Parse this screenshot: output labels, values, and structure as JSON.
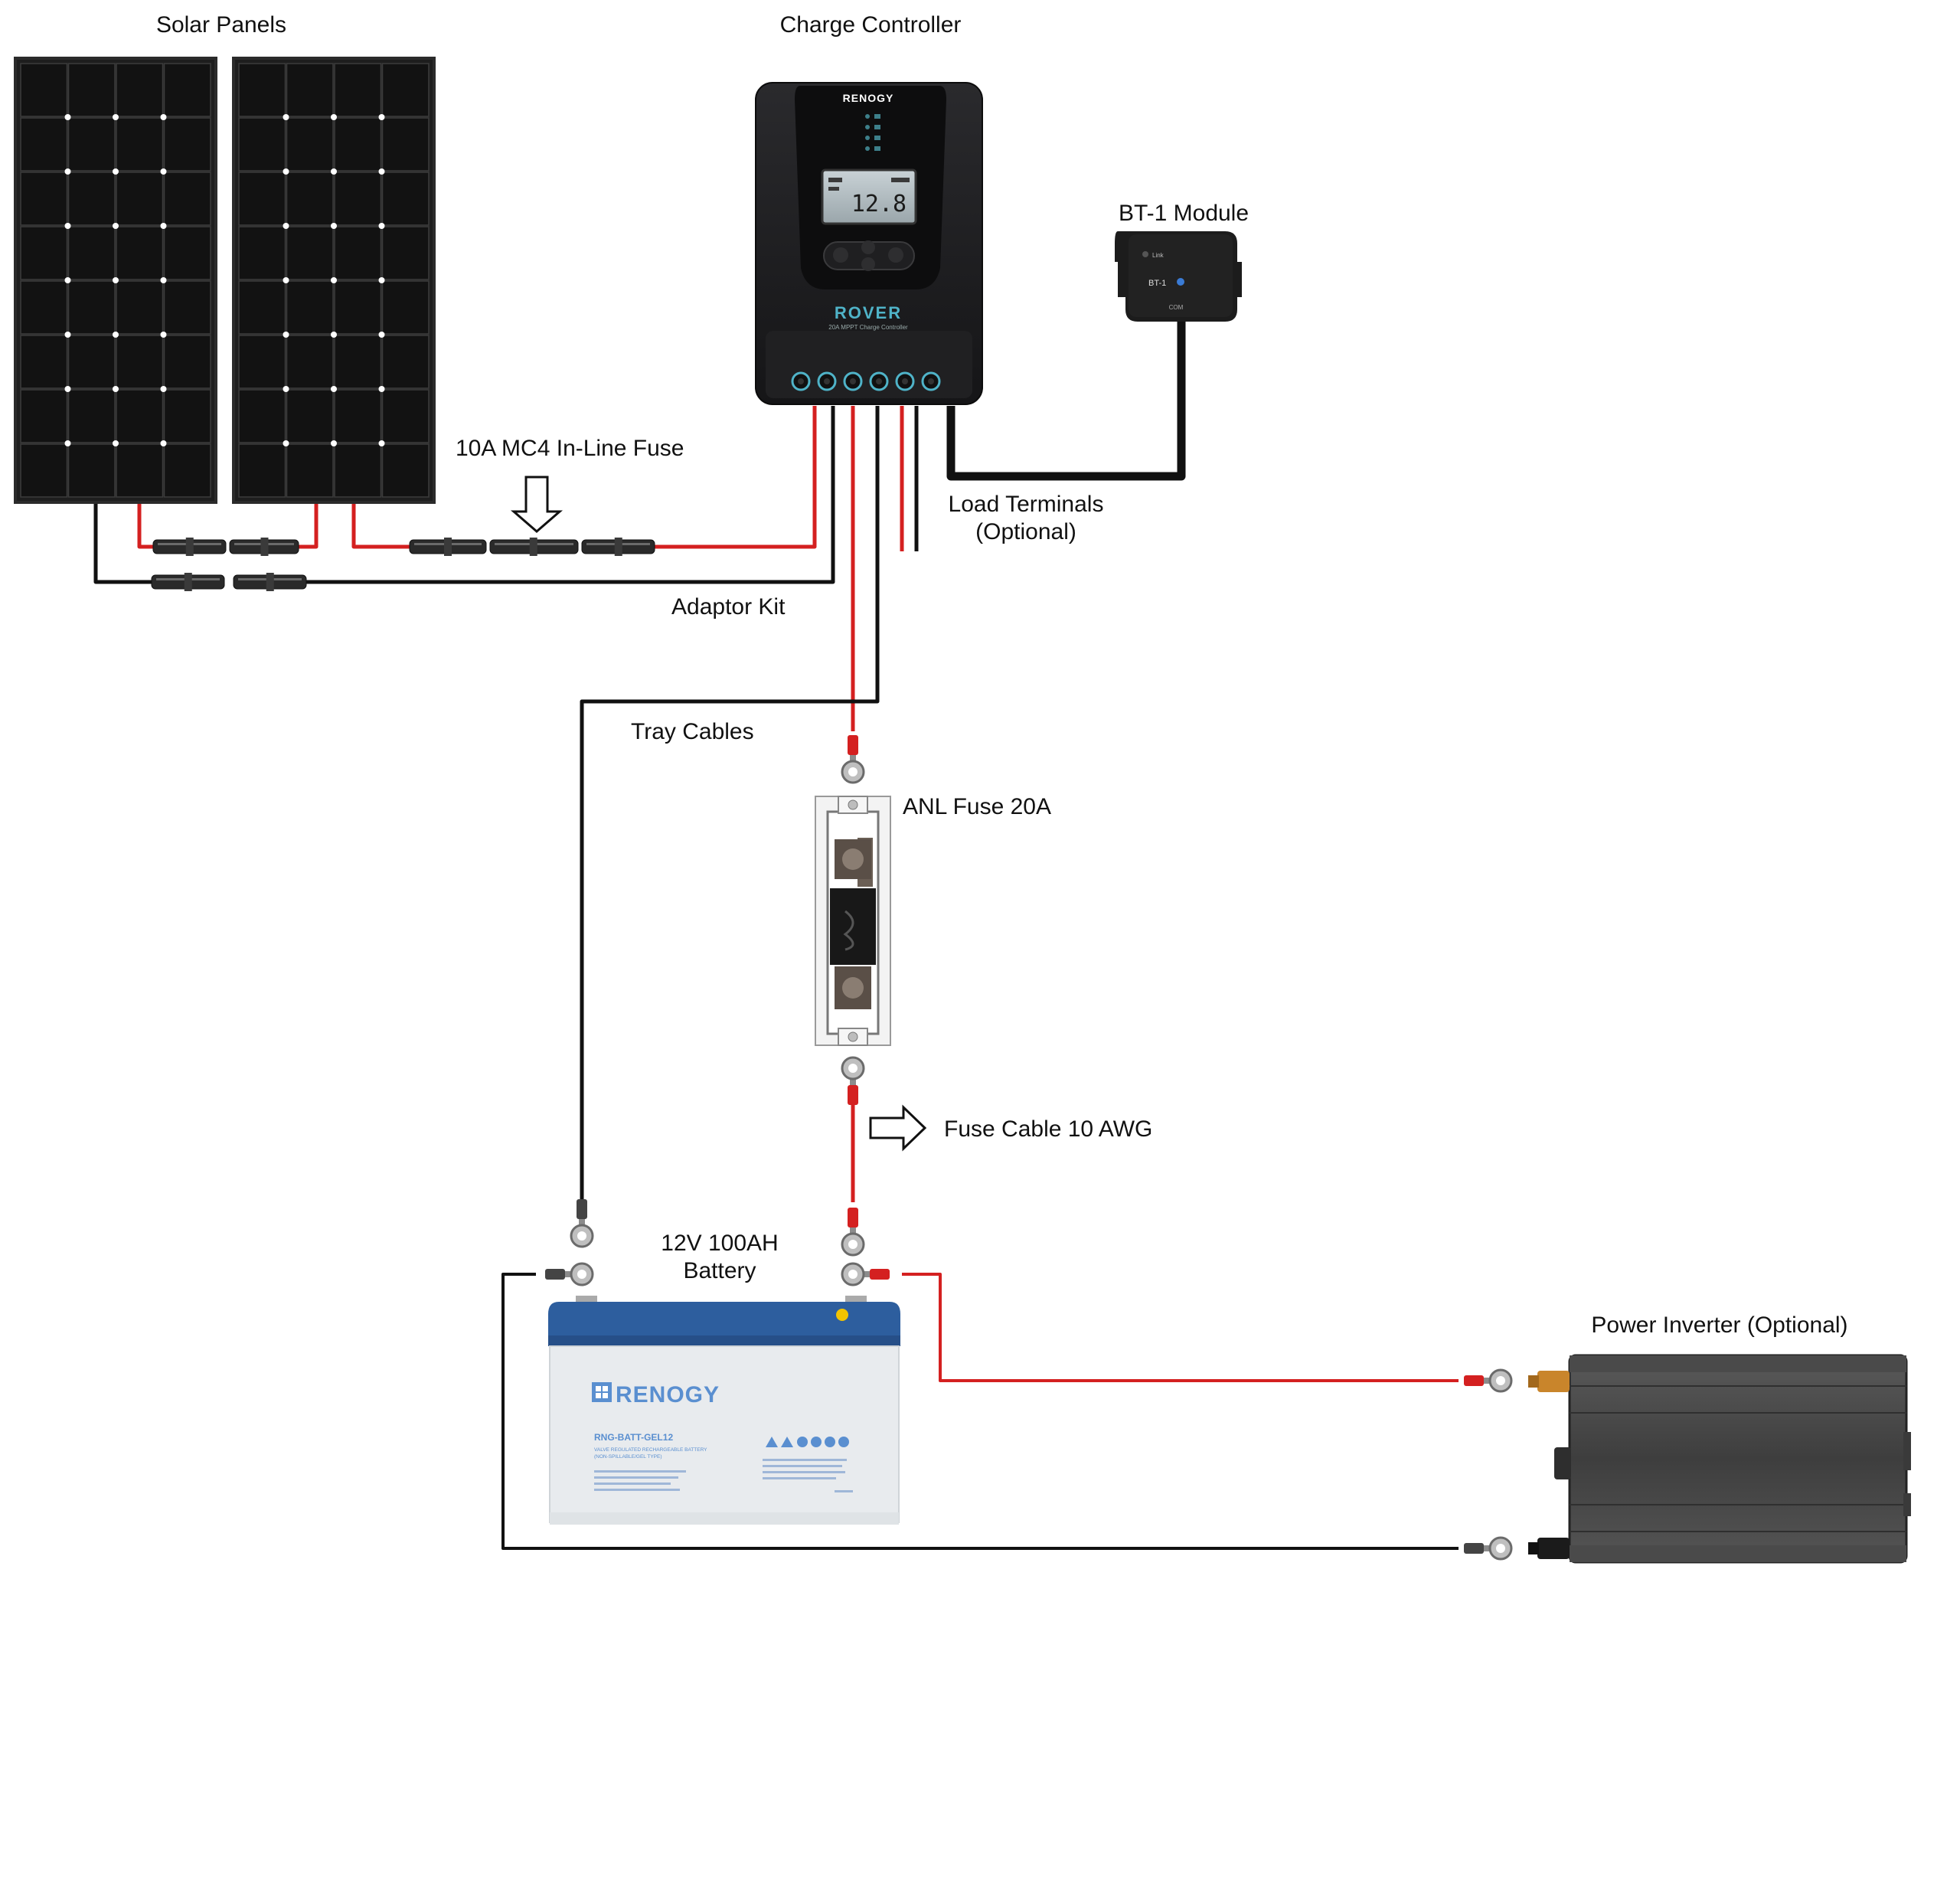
{
  "labels": {
    "solar_panels": "Solar Panels",
    "charge_controller": "Charge Controller",
    "bt1_module": "BT-1 Module",
    "mc4_fuse": "10A MC4 In-Line Fuse",
    "load_terminals_line1": "Load Terminals",
    "load_terminals_line2": "(Optional)",
    "adaptor_kit": "Adaptor Kit",
    "tray_cables": "Tray Cables",
    "anl_fuse": "ANL Fuse 20A",
    "fuse_cable": "Fuse Cable 10 AWG",
    "battery_line1": "12V 100AH",
    "battery_line2": "Battery",
    "power_inverter": "Power Inverter (Optional)"
  },
  "controller": {
    "brand": "RENOGY",
    "display_value": "12.8",
    "model_name": "ROVER",
    "model_desc": "20A MPPT Charge Controller"
  },
  "bt1": {
    "link_label": "Link",
    "name": "BT-1",
    "port_label": "COM"
  },
  "battery": {
    "brand": "RENOGY",
    "model": "RNG-BATT-GEL12",
    "desc1": "VALVE REGULATED RECHARGEABLE BATTERY",
    "desc2": "(NON-SPILLABLE/GEL TYPE)"
  },
  "colors": {
    "positive_wire": "#d42020",
    "negative_wire": "#111111",
    "panel_cell": "#151515",
    "controller_body": "#1d1d1f",
    "controller_accent": "#4fb3c8",
    "battery_case": "#e8ebee",
    "battery_lid": "#2d5e9e",
    "inverter_body": "#4a4a4a"
  }
}
